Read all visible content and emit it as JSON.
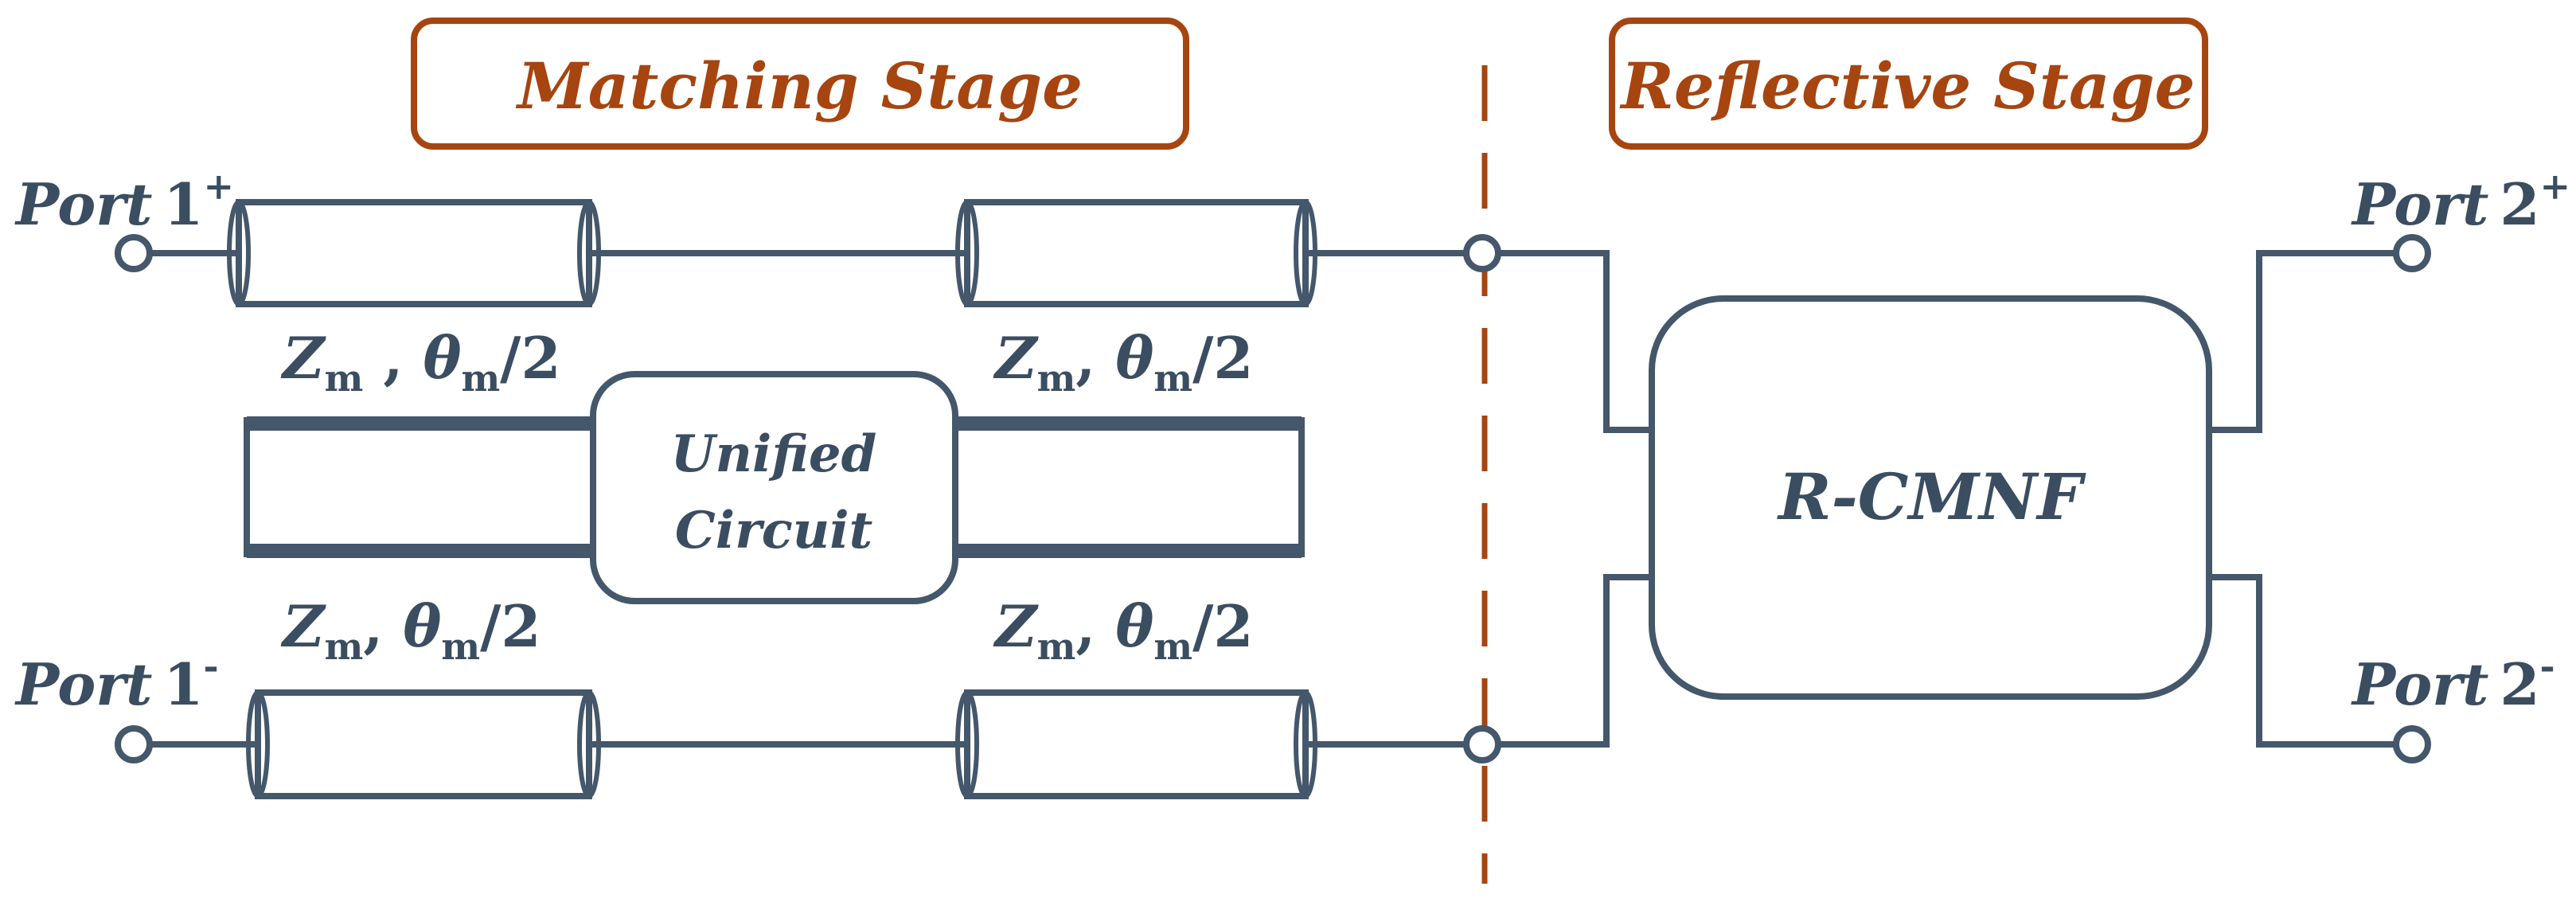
{
  "stages": {
    "matching": "Matching  Stage",
    "reflective": "Reflective Stage"
  },
  "ports": {
    "p1plus": {
      "name": "Port",
      "num": "1",
      "sign": "+"
    },
    "p1minus": {
      "name": "Port",
      "num": "1",
      "sign": "-"
    },
    "p2plus": {
      "name": "Port",
      "num": "2",
      "sign": "+"
    },
    "p2minus": {
      "name": "Port",
      "num": "2",
      "sign": "-"
    }
  },
  "tlines": {
    "z": "Z",
    "z_sub": "m",
    "sep_top_left": " , ",
    "sep_other": ", ",
    "theta": "θ",
    "theta_sub": "m",
    "frac": "/2"
  },
  "blocks": {
    "unified_line1": "Unified",
    "unified_line2": "Circuit",
    "rcmnf": "R-CMNF"
  },
  "colors": {
    "wire": "#44576b",
    "stage_accent": "#a64510",
    "label_text": "#3b4d60"
  }
}
